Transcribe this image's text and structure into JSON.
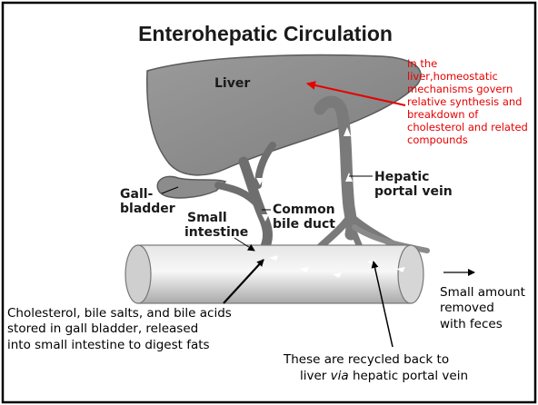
{
  "title": "Enterohepatic Circulation",
  "labels": {
    "liver": "Liver",
    "gall_1": "Gall-",
    "gall_2": "bladder",
    "small_intestine_1": "Small",
    "small_intestine_2": "intestine",
    "common_bile_duct_1": "Common",
    "common_bile_duct_2": "bile duct",
    "hepatic_portal_vein_1": "Hepatic",
    "hepatic_portal_vein_2": "portal vein"
  },
  "annotations": {
    "liver_note": [
      "In the",
      "liver,homeostatic",
      "mechanisms govern",
      "relative synthesis and",
      "breakdown of",
      "cholesterol and related",
      "compounds"
    ],
    "storage_note": [
      "Cholesterol, bile salts, and bile acids",
      "stored in gall bladder, released",
      "into small intestine to digest fats"
    ],
    "removal_note": [
      "Small amount",
      "removed",
      "with feces"
    ],
    "recycle_note": {
      "line1": "These are recycled back to",
      "line2_pre": "liver ",
      "line2_italic": "via",
      "line2_post": " hepatic portal vein"
    }
  },
  "colors": {
    "annotation": "#e60000",
    "organ_fill": "#8c8c8c",
    "organ_stroke": "#5a5a5a",
    "intestine_fill": "#d9d9d9",
    "border": "#000000"
  }
}
